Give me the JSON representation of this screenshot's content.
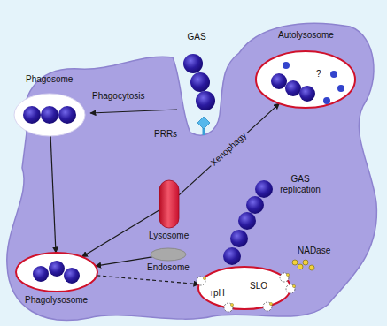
{
  "diagram": {
    "nodes": [
      {
        "text": [
          "Phagosome"
        ]
      },
      {
        "text": [
          "Lysosome"
        ]
      },
      {
        "text": [
          "Endosome"
        ]
      },
      {
        "text": [
          "Phagolysosome"
        ]
      },
      {
        "text": [
          "SLO",
          "↑pH"
        ]
      },
      {
        "text": [
          "Autolysosome",
          "?"
        ]
      }
    ],
    "edges": [
      {
        "from": 0,
        "to": 3,
        "arrow": "to"
      },
      {
        "from": 1,
        "to": 3,
        "arrow": "to"
      },
      {
        "from": 2,
        "to": 3,
        "arrow": "to"
      },
      {
        "from": 3,
        "to": 4,
        "arrow": "to"
      },
      {
        "from": 1,
        "to": 5,
        "label": "Xenophagy",
        "arrow": "to"
      }
    ],
    "labels": [
      "GAS",
      "PRRs",
      "Phagocytosis",
      "GAS replication",
      "NADase"
    ]
  }
}
